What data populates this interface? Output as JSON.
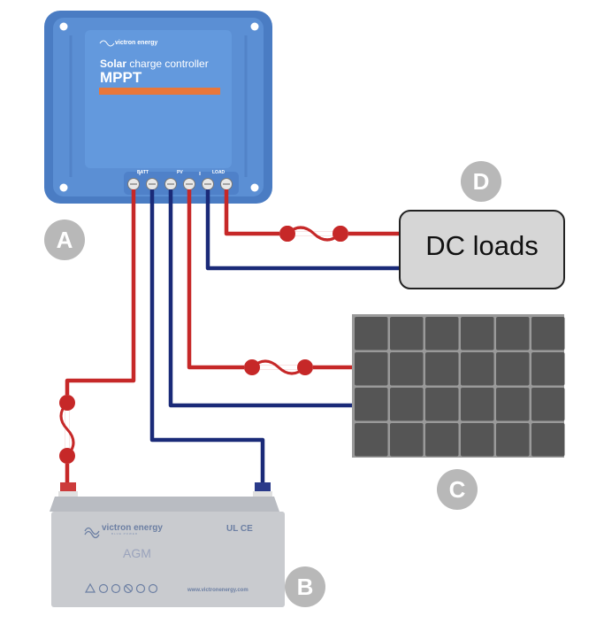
{
  "controller": {
    "brand": "victron energy",
    "subtitle_bold": "Solar",
    "subtitle_rest": " charge controller",
    "title": "MPPT",
    "terminals": {
      "batt": "BATT",
      "pv": "PV",
      "load": "LOAD"
    }
  },
  "loads": {
    "label": "DC loads"
  },
  "battery": {
    "brand": "victron energy",
    "tagline": "BLUE POWER",
    "certifications": "UL CE",
    "type": "AGM",
    "website": "www.victronenergy.com"
  },
  "badges": {
    "a": "A",
    "b": "B",
    "c": "C",
    "d": "D"
  },
  "colors": {
    "controller_blue": "#5b8fd4",
    "controller_stripe": "#e8773a",
    "positive_wire": "#c62828",
    "negative_wire": "#1a2a78",
    "load_box": "#d6d6d6",
    "panel_cell": "#555555",
    "battery_body": "#c9cbcf",
    "badge_gray": "#b8b8b8"
  }
}
